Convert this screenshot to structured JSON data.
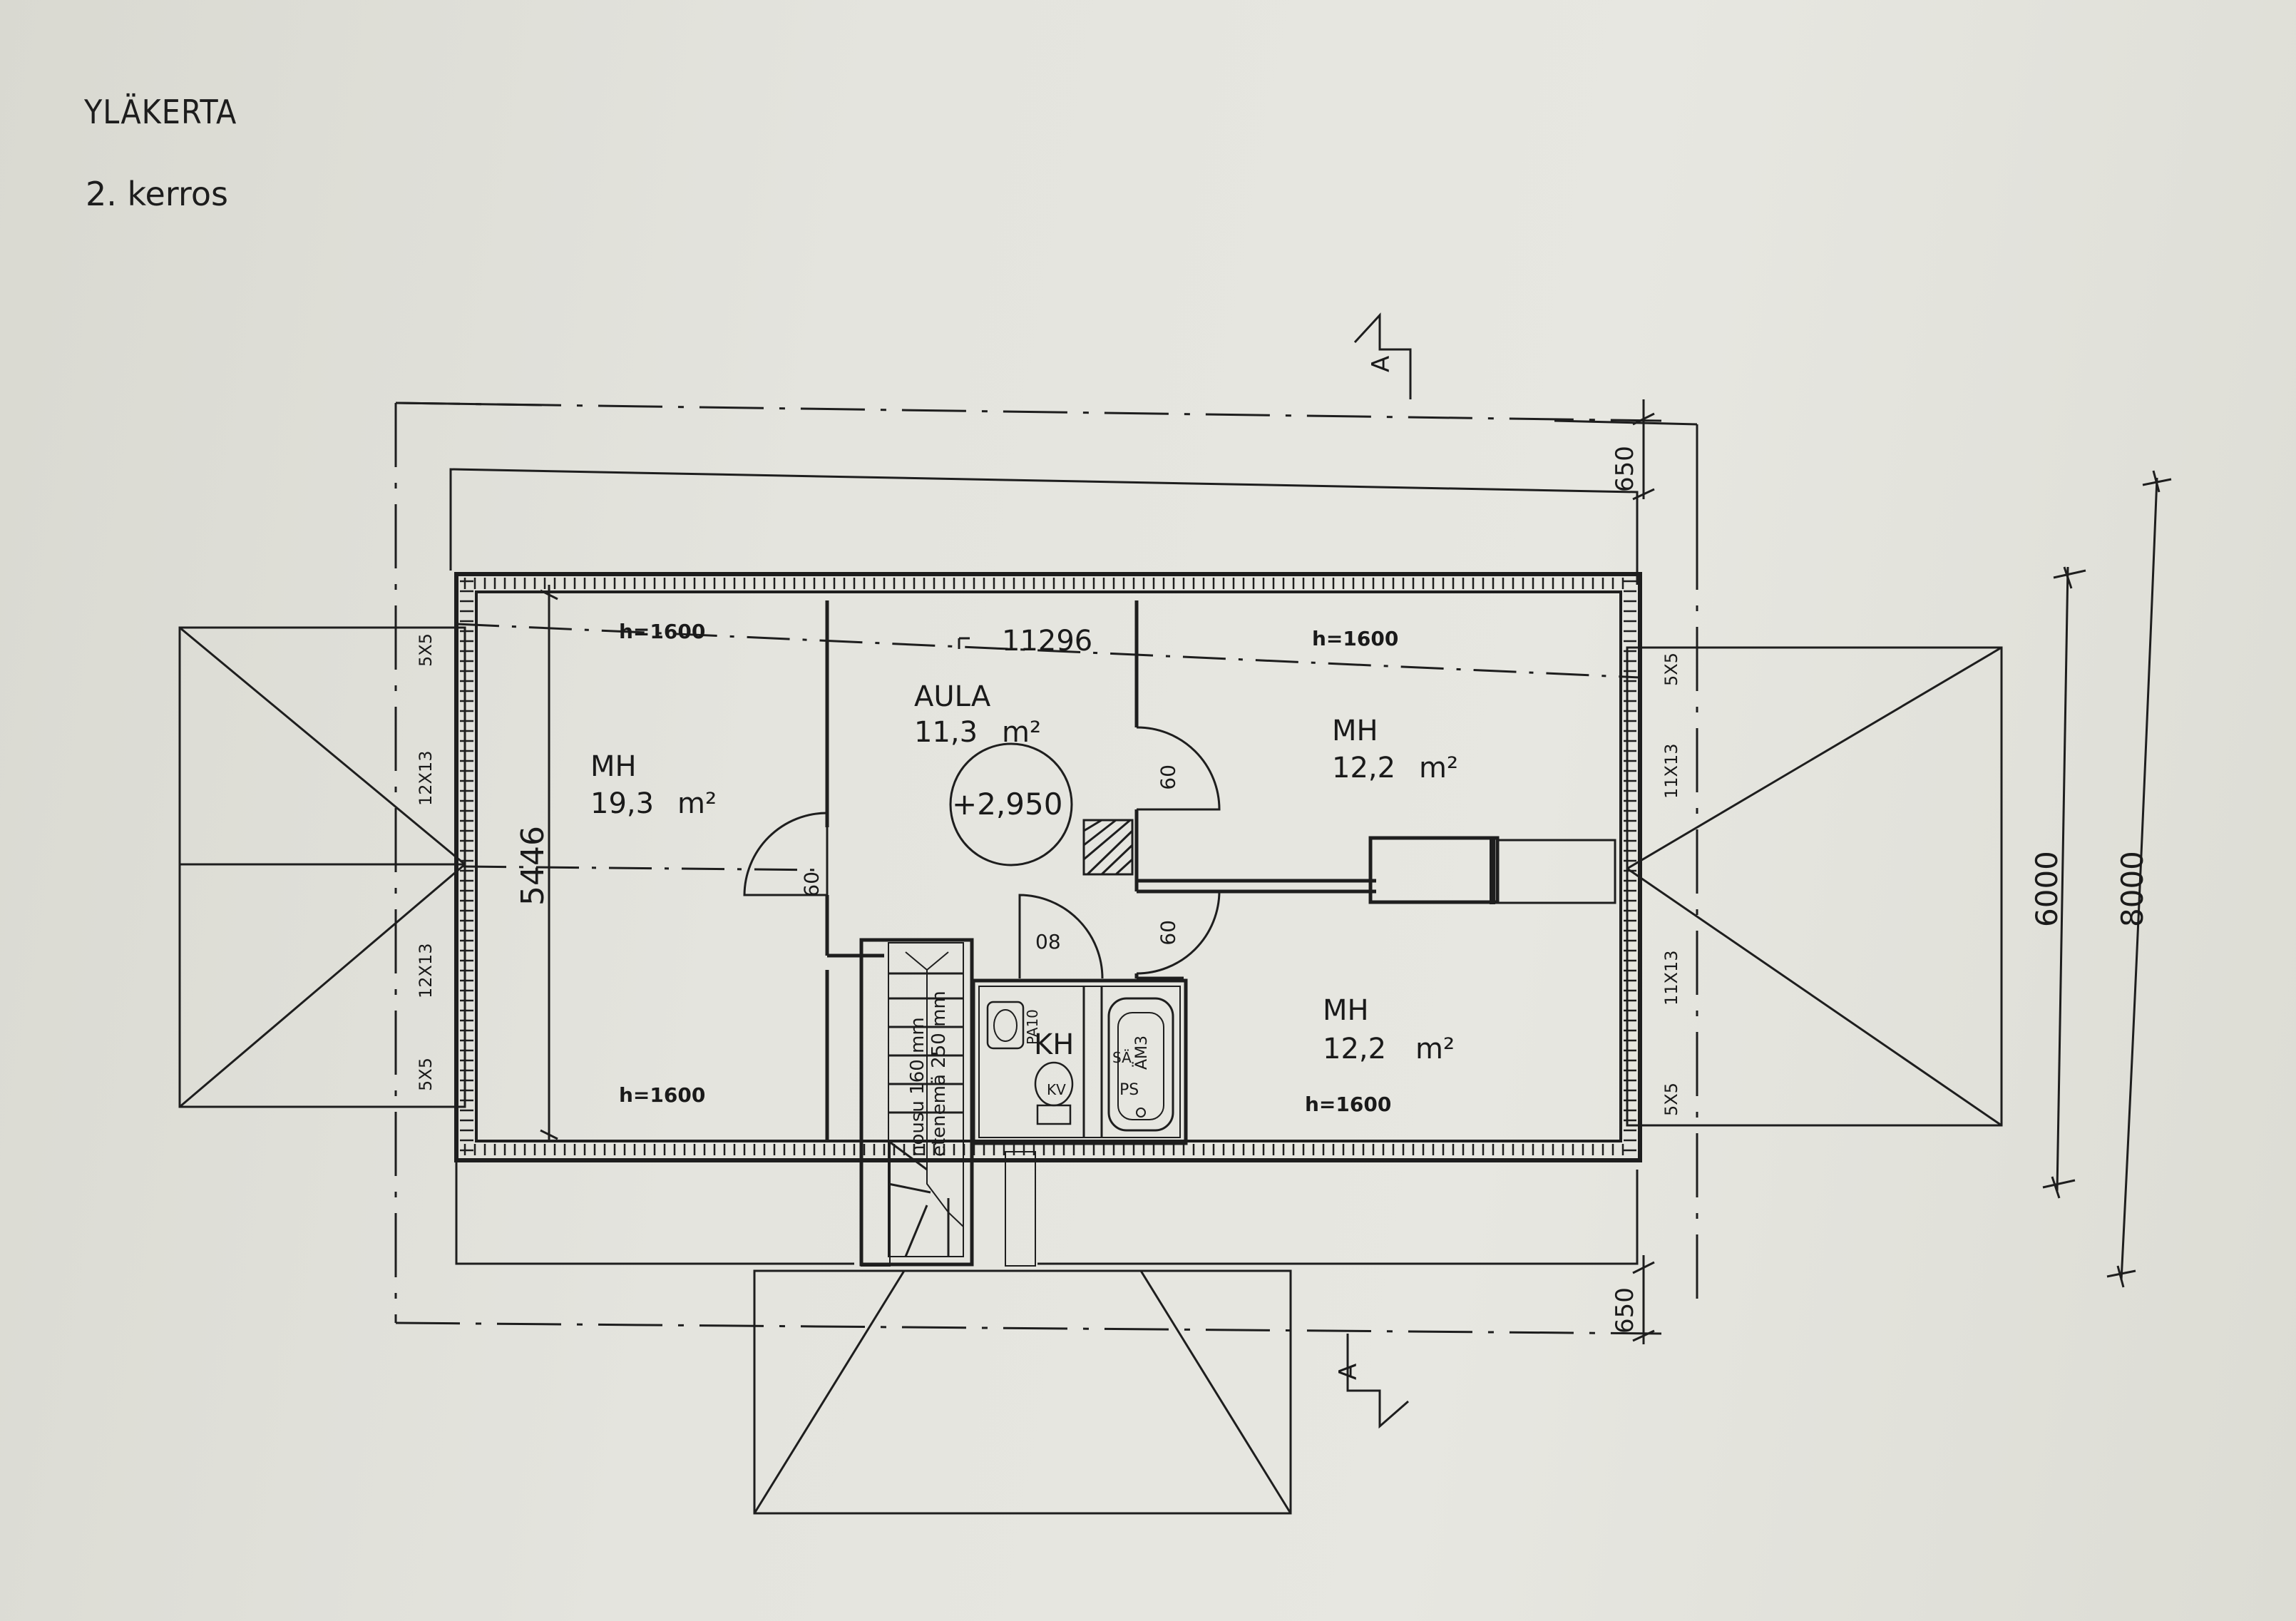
{
  "header": {
    "title": "YLÄKERTA",
    "subtitle": "2. kerros"
  },
  "plan": {
    "section_marker": "A",
    "dimensions": {
      "overall_width": "11296",
      "room_depth": "5446",
      "eave_top": "650",
      "eave_bottom": "650",
      "depth_inner": "6000",
      "depth_outer": "8000"
    },
    "rooms": [
      {
        "label": "MH",
        "area": "19,3",
        "unit": "m²",
        "height_top": "h=1600",
        "height_bottom": "h=1600"
      },
      {
        "label": "AULA",
        "area": "11,3",
        "unit": "m²"
      },
      {
        "label": "MH",
        "area": "12,2",
        "unit": "m²",
        "height_top": "h=1600"
      },
      {
        "label": "MH",
        "area": "12,2",
        "unit": "m²",
        "height_bottom": "h=1600"
      },
      {
        "label": "KH"
      }
    ],
    "level": "+2,950",
    "doors": [
      "09",
      "09",
      "08",
      "09"
    ],
    "stair": {
      "line1": "nousu 160 mm",
      "line2": "etenemä 250 mm"
    },
    "window_labels": {
      "left": [
        "5X5",
        "12X13",
        "12X13",
        "5X5"
      ],
      "right": [
        "5X5",
        "11X13",
        "11X13",
        "5X5"
      ]
    },
    "fixtures": [
      "PA10",
      "KV",
      "PS",
      "SÄ",
      "ÄM3"
    ]
  }
}
